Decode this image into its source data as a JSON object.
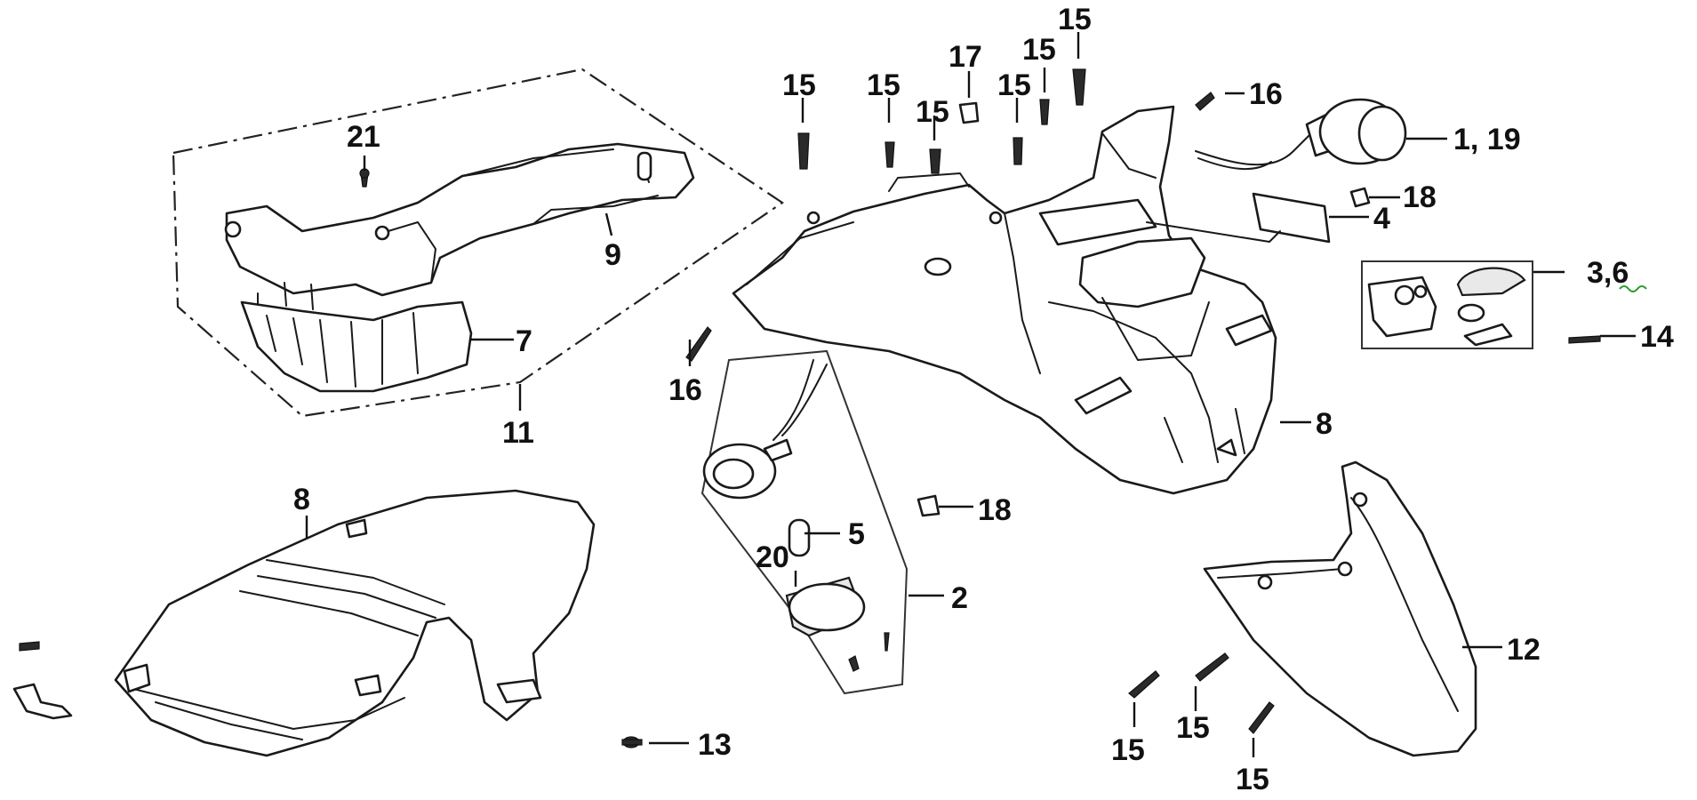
{
  "callouts": {
    "c15a": "15",
    "c15b": "15",
    "c15c": "15",
    "c15d": "15",
    "c15e": "15",
    "c15f": "15",
    "c15g": "15",
    "c15h": "15",
    "c15i": "15",
    "c17": "17",
    "c16a": "16",
    "c16b": "16",
    "c1_19": "1, 19",
    "c18a": "18",
    "c18b": "18",
    "c4": "4",
    "c3_6": "3,6",
    "c14": "14",
    "c8a": "8",
    "c8b": "8",
    "c21": "21",
    "c9": "9",
    "c7": "7",
    "c11": "11",
    "c5": "5",
    "c20": "20",
    "c2": "2",
    "c12": "12",
    "c13": "13"
  }
}
